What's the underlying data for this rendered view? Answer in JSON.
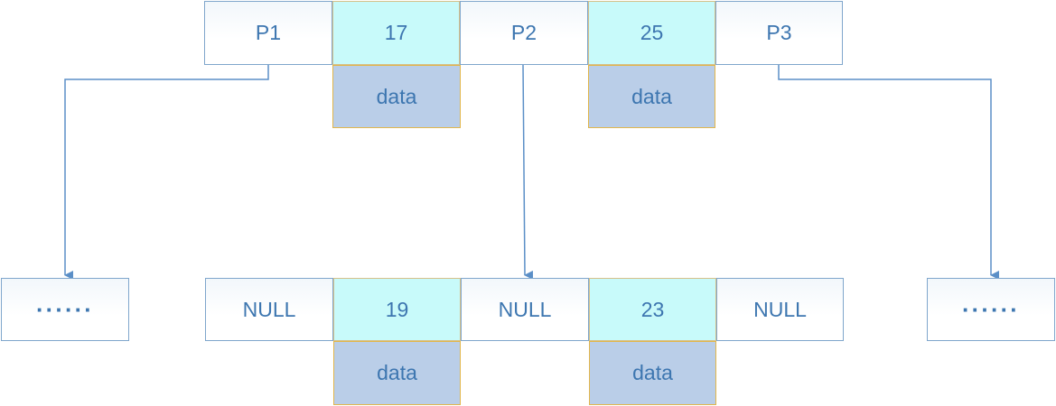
{
  "top_node": {
    "p1": "P1",
    "key1": "17",
    "p2": "P2",
    "key2": "25",
    "p3": "P3",
    "data1": "data",
    "data2": "data"
  },
  "bottom_node": {
    "p1": "NULL",
    "key1": "19",
    "p2": "NULL",
    "key2": "23",
    "p3": "NULL",
    "data1": "data",
    "data2": "data"
  },
  "left_ellipsis": "······",
  "right_ellipsis": "······",
  "colors": {
    "pointer_fill": "#ffffff",
    "pointer_border": "#7fa6cc",
    "key_fill": "#c8fafa",
    "data_fill": "#bacee8",
    "data_border": "#e2b64a",
    "text": "#3d76b0",
    "arrow": "#5b8fc7"
  }
}
